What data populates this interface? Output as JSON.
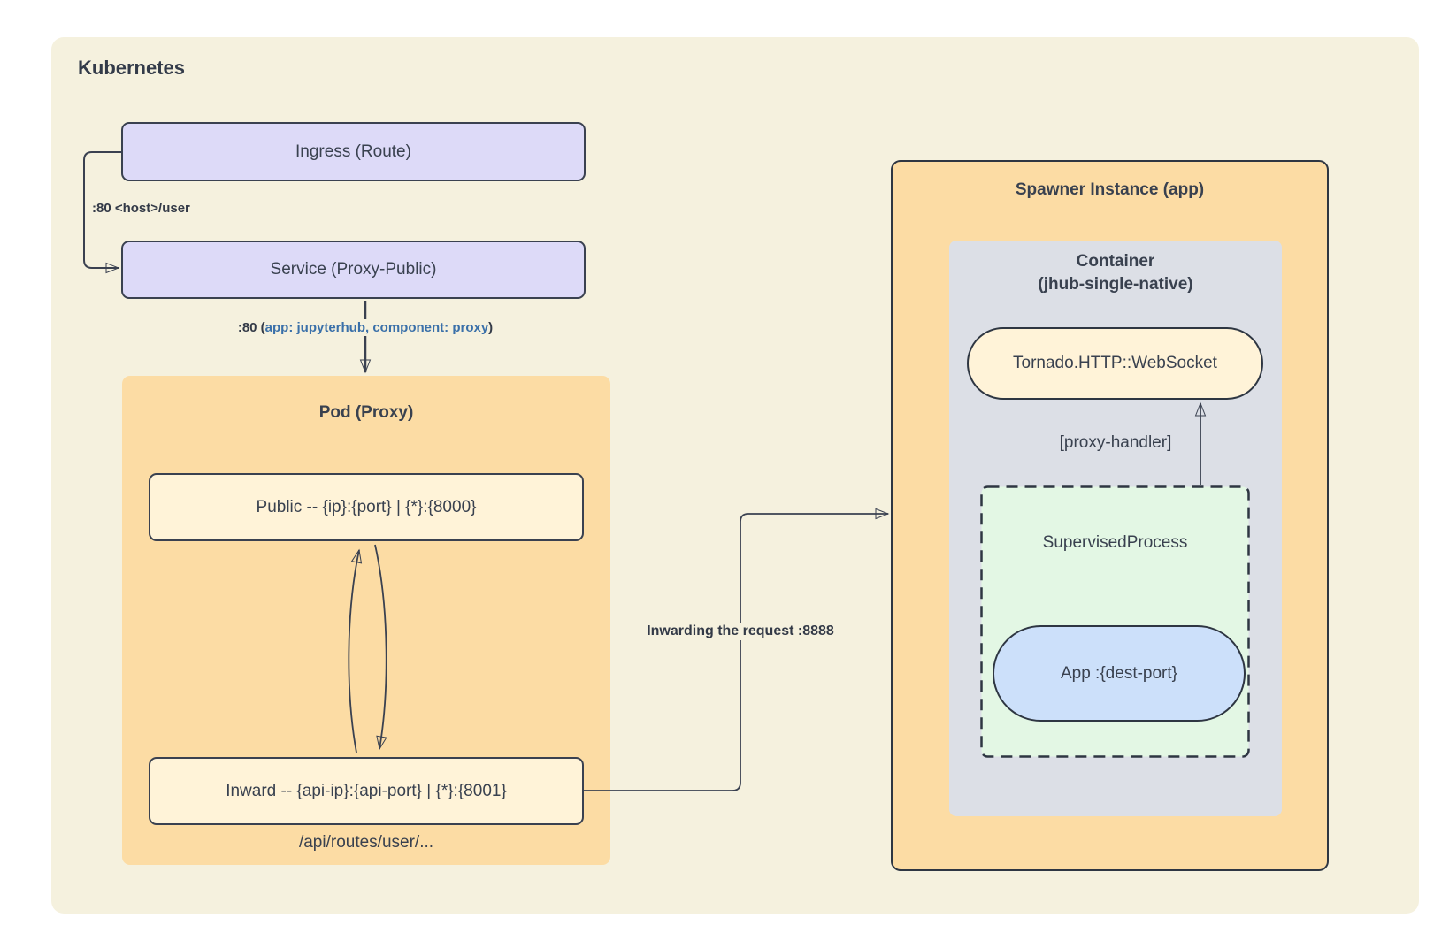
{
  "diagram": {
    "title": "Kubernetes",
    "nodes": {
      "ingress": {
        "label": "Ingress (Route)"
      },
      "service": {
        "label": "Service (Proxy-Public)"
      },
      "pod": {
        "title": "Pod (Proxy)"
      },
      "public_endpoint": {
        "label": "Public -- {ip}:{port} | {*}:{8000}"
      },
      "inward_endpoint": {
        "label": "Inward -- {api-ip}:{api-port} | {*}:{8001}"
      },
      "api_routes_note": {
        "label": "/api/routes/user/..."
      },
      "spawner": {
        "title": "Spawner Instance (app)"
      },
      "container": {
        "title_line1": "Container",
        "title_line2": "(jhub-single-native)"
      },
      "tornado": {
        "label": "Tornado.HTTP::WebSocket"
      },
      "proxy_handler_note": {
        "label": "[proxy-handler]"
      },
      "supervised_process": {
        "label": "SupervisedProcess"
      },
      "app": {
        "label": "App :{dest-port}"
      }
    },
    "edges": {
      "ingress_to_service": {
        "label": ":80 <host>/user"
      },
      "service_to_pod": {
        "prefix": ":80 (",
        "middle": "app: jupyterhub, component: proxy",
        "suffix": ")"
      },
      "inward_to_spawner": {
        "label": "Inwarding the request :8888"
      }
    },
    "colors": {
      "page_bg": "#FFFFFF",
      "canvas_bg": "#F5F1DE",
      "orange": "#FCDCA4",
      "lavender": "#DDDAF8",
      "cream": "#FFF3D8",
      "gray": "#DCDFE6",
      "green": "#E3F7E4",
      "blue_pill": "#CCE0FA",
      "ink": "#39414F",
      "line": "#3A4150",
      "blue_text": "#3A70A9"
    }
  }
}
